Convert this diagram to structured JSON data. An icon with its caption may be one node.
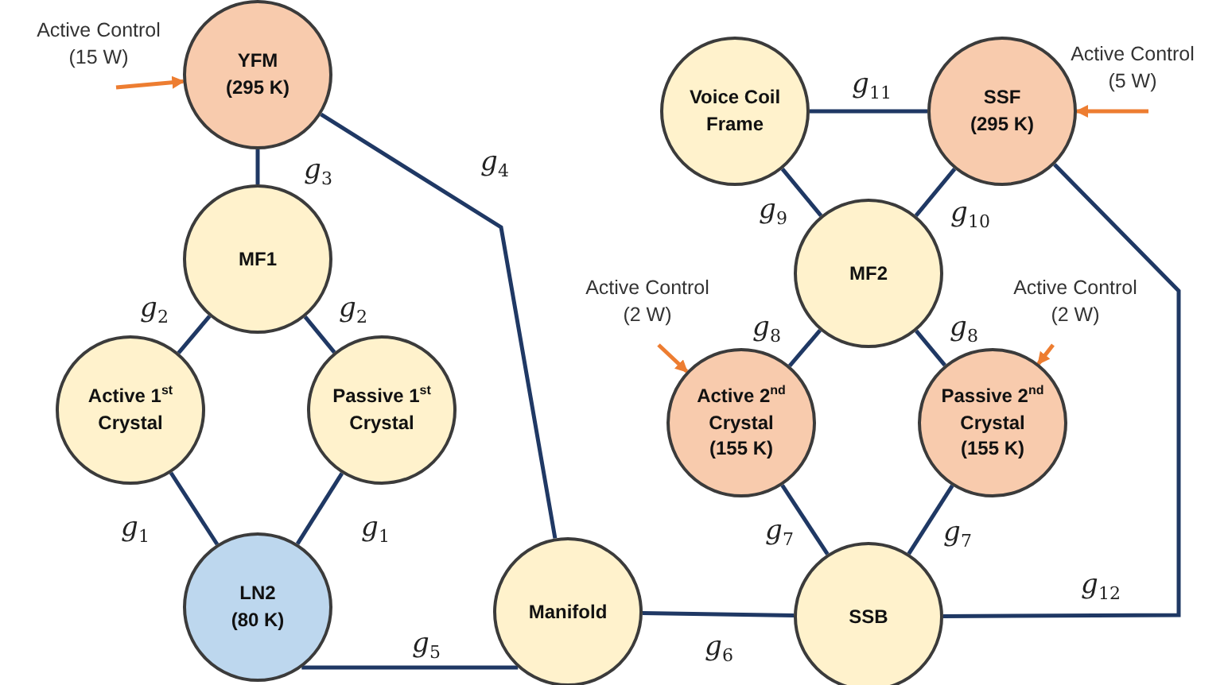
{
  "diagram": {
    "nodes": [
      {
        "text": [
          "YFM",
          "(295 K)"
        ]
      },
      {
        "text": [
          "MF1"
        ]
      },
      {
        "text": [
          "Active 1$^{st}$ Crystal"
        ]
      },
      {
        "text": [
          "Passive 1$^{st}$ Crystal"
        ]
      },
      {
        "text": [
          "LN2",
          "(80 K)"
        ]
      },
      {
        "text": [
          "Manifold"
        ]
      },
      {
        "text": [
          "Voice Coil Frame"
        ]
      },
      {
        "text": [
          "SSF",
          "(295 K)"
        ]
      },
      {
        "text": [
          "MF2"
        ]
      },
      {
        "text": [
          "Active 2$^{nd}$ Crystal",
          "(155 K)"
        ]
      },
      {
        "text": [
          "Passive 2$^{nd}$ Crystal",
          "(155 K)"
        ]
      },
      {
        "text": [
          "SSB"
        ]
      }
    ],
    "edges": [
      {
        "from": 0,
        "to": 1,
        "arrow": "none",
        "label": "g$_{3}$"
      },
      {
        "from": 0,
        "to": 5,
        "arrow": "none",
        "label": "g$_{4}$"
      },
      {
        "from": 1,
        "to": 2,
        "arrow": "none",
        "label": "g$_{2}$"
      },
      {
        "from": 1,
        "to": 3,
        "arrow": "none",
        "label": "g$_{2}$"
      },
      {
        "from": 2,
        "to": 4,
        "arrow": "none",
        "label": "g$_{1}$"
      },
      {
        "from": 3,
        "to": 4,
        "arrow": "none",
        "label": "g$_{1}$"
      },
      {
        "from": 4,
        "to": 5,
        "arrow": "none",
        "label": "g$_{5}$"
      },
      {
        "from": 5,
        "to": 11,
        "arrow": "none",
        "label": "g$_{6}$"
      },
      {
        "from": 6,
        "to": 7,
        "arrow": "none",
        "label": "g$_{11}$"
      },
      {
        "from": 6,
        "to": 8,
        "arrow": "none",
        "label": "g$_{9}$"
      },
      {
        "from": 7,
        "to": 8,
        "arrow": "none",
        "label": "g$_{10}$"
      },
      {
        "from": 8,
        "to": 9,
        "arrow": "none",
        "label": "g$_{8}$"
      },
      {
        "from": 8,
        "to": 10,
        "arrow": "none",
        "label": "g$_{8}$"
      },
      {
        "from": 9,
        "to": 11,
        "arrow": "none",
        "label": "g$_{7}$"
      },
      {
        "from": 10,
        "to": 11,
        "arrow": "none",
        "label": "g$_{7}$"
      },
      {
        "from": 7,
        "to": 11,
        "arrow": "none",
        "label": "g$_{12}$"
      },
      {
        "from": null,
        "to": 0,
        "arrow": "to",
        "color": "#ed7d31"
      },
      {
        "from": null,
        "to": 7,
        "arrow": "to",
        "color": "#ed7d31"
      },
      {
        "from": null,
        "to": 9,
        "arrow": "to",
        "color": "#ed7d31"
      },
      {
        "from": null,
        "to": 10,
        "arrow": "to",
        "color": "#ed7d31"
      }
    ],
    "labels": [
      "Active Control (15 W)",
      "Active Control (5 W)",
      "Active Control (2 W)",
      "Active Control (2 W)"
    ]
  }
}
